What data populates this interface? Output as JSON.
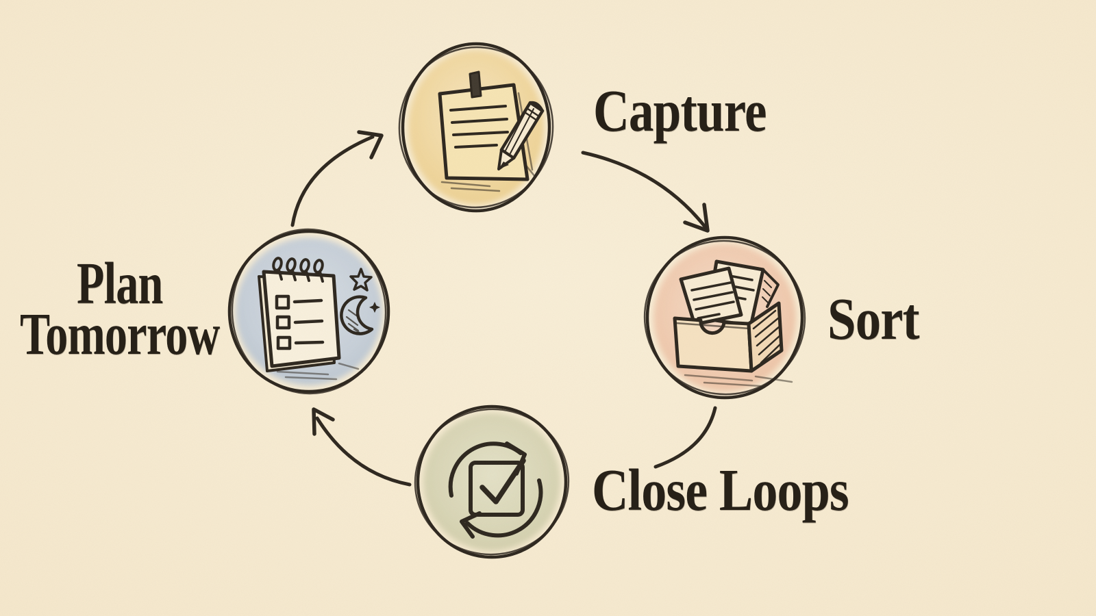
{
  "page": {
    "type": "hand-drawn watercolor cycle diagram",
    "background_color": "#f6e9ce",
    "ink_color": "#2b251d"
  },
  "diagram": {
    "flow_order": [
      "Capture",
      "Sort",
      "Close Loops",
      "Plan Tomorrow"
    ],
    "nodes": [
      {
        "id": "capture",
        "label": "Capture",
        "icon": "pinned-note-pencil-icon",
        "fill_light": "#f7e6bf",
        "fill": "#f1d79e",
        "fill_edge": "#ecd091"
      },
      {
        "id": "sort",
        "label": "Sort",
        "icon": "inbox-tray-papers-icon",
        "fill_light": "#f6ddc9",
        "fill": "#f1cbb0",
        "fill_edge": "#ecc1a2"
      },
      {
        "id": "close-loops",
        "label": "Close Loops",
        "icon": "checkbox-refresh-icon",
        "fill_light": "#e4e2c8",
        "fill": "#d8d5b5",
        "fill_edge": "#cfcba8"
      },
      {
        "id": "plan-tomorrow",
        "label": "Plan Tomorrow",
        "label_line1": "Plan",
        "label_line2": "Tomorrow",
        "icon": "notepad-moon-stars-icon",
        "fill_light": "#d7dee5",
        "fill": "#c6cfd9",
        "fill_edge": "#b8c4d0"
      }
    ],
    "arrows": [
      {
        "from": "plan-tomorrow",
        "to": "capture"
      },
      {
        "from": "capture",
        "to": "sort"
      },
      {
        "from": "sort",
        "to": "close-loops"
      },
      {
        "from": "close-loops",
        "to": "plan-tomorrow"
      }
    ]
  }
}
